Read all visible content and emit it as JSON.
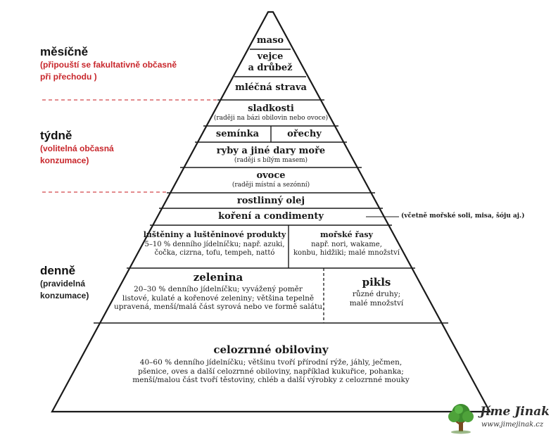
{
  "categories": {
    "monthly": {
      "title": "měsíčně",
      "note_line1": "(připouští se fakultativně občasně",
      "note_line2": "při přechodu )"
    },
    "weekly": {
      "title": "týdně",
      "note_line1": "(volitelná občasná",
      "note_line2": "konzumace)"
    },
    "daily": {
      "title": "denně",
      "note_line1": "(pravidelná",
      "note_line2": "konzumace)"
    }
  },
  "tiers": {
    "maso": "maso",
    "vejce_1": "vejce",
    "vejce_2": "a drůbež",
    "mlecna": "mléčná strava",
    "sladkosti": "sladkosti",
    "sladkosti_sub": "(raději na bázi obilovin nebo ovoce)",
    "seminka": "semínka",
    "orechy": "ořechy",
    "ryby": "ryby a jiné dary moře",
    "ryby_sub": "(raději s bílým masem)",
    "ovoce": "ovoce",
    "ovoce_sub": "(raději místní a sezónní)",
    "olej": "rostlinný olej",
    "koreni": "koření a condimenty",
    "koreni_note": "(včetně mořské soli, misa, šóju aj.)",
    "lusteniny": "luštěniny a luštěninové produkty",
    "lusteniny_1": "5–10 % denního jídelníčku; např. azuki,",
    "lusteniny_2": "čočka, cizrna, tofu, tempeh, nattó",
    "rasy": "mořské řasy",
    "rasy_1": "např. nori, wakame,",
    "rasy_2": "konbu, hidžiki; malé množství",
    "zelenina": "zelenina",
    "zelenina_1": "20–30 % denního jídelníčku; vyvážený poměr",
    "zelenina_2": "listové, kulaté a kořenové zeleniny; většina tepelně",
    "zelenina_3": "upravená, menší/malá část syrová nebo ve formě salátu",
    "pikls": "pikls",
    "pikls_1": "různé druhy;",
    "pikls_2": "malé množství",
    "obiloviny": "celozrnné obiloviny",
    "obiloviny_1": "40–60 % denního jídelníčku; většinu tvoří přírodní rýže, jáhly, ječmen,",
    "obiloviny_2": "pšenice, oves a další celozrnné obiloviny, například kukuřice, pohanka;",
    "obiloviny_3": "menší/malou část tvoří těstoviny, chléb a další výrobky z celozrnné mouky"
  },
  "logo": {
    "name": "Jíme Jinak",
    "url": "www.jimejinak.cz"
  },
  "colors": {
    "accent_red": "#c8262b",
    "line": "#1a1a1a",
    "tree_green": "#3d8c2f",
    "tree_trunk": "#7a4a22"
  }
}
